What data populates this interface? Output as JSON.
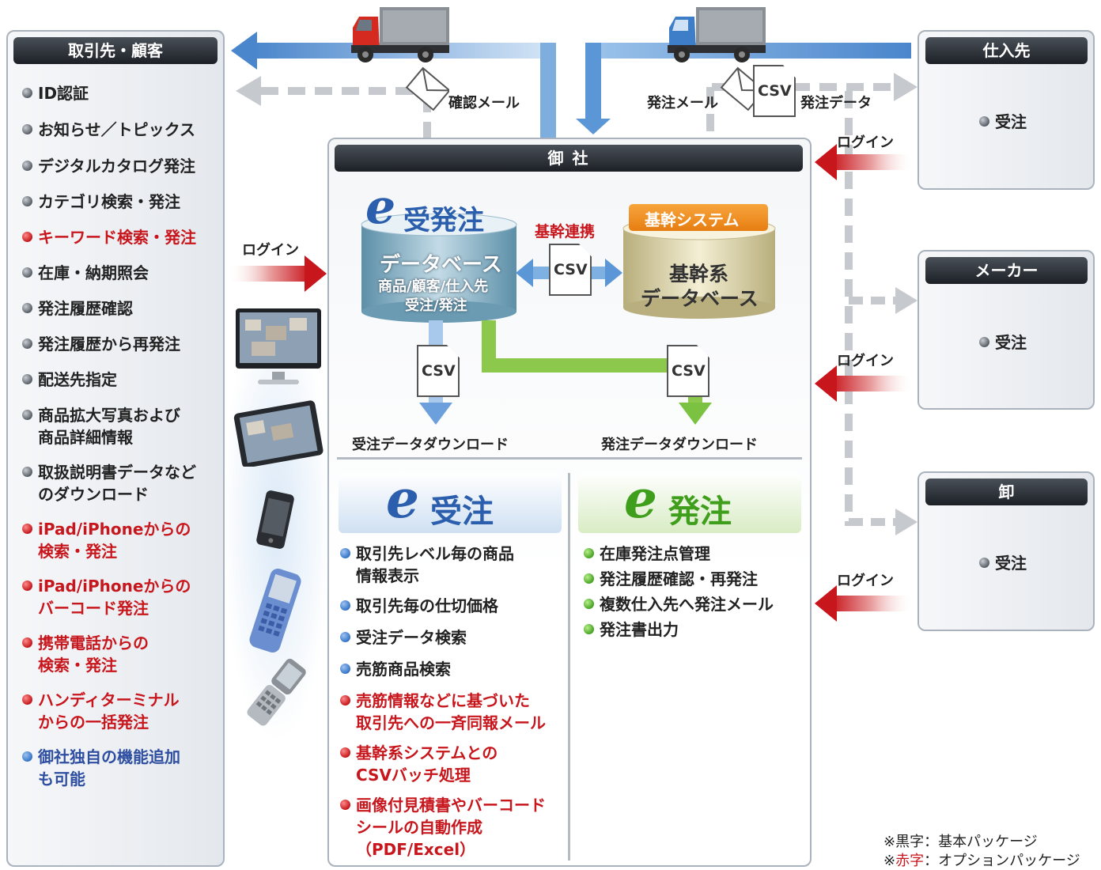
{
  "left_panel": {
    "title": "取引先・顧客",
    "items": [
      {
        "text": "ID認証",
        "color": "black"
      },
      {
        "text": "お知らせ／トピックス",
        "color": "black"
      },
      {
        "text": "デジタルカタログ発注",
        "color": "black"
      },
      {
        "text": "カテゴリ検索・発注",
        "color": "black"
      },
      {
        "text": "キーワード検索・発注",
        "color": "red"
      },
      {
        "text": "在庫・納期照会",
        "color": "black"
      },
      {
        "text": "発注履歴確認",
        "color": "black"
      },
      {
        "text": "発注履歴から再発注",
        "color": "black"
      },
      {
        "text": "配送先指定",
        "color": "black"
      },
      {
        "text": "商品拡大写真および",
        "text2": "商品詳細情報",
        "color": "black"
      },
      {
        "text": "取扱説明書データなど",
        "text2": "のダウンロード",
        "color": "black"
      },
      {
        "text": "iPad/iPhoneからの",
        "text2": "検索・発注",
        "color": "red"
      },
      {
        "text": "iPad/iPhoneからの",
        "text2": "バーコード発注",
        "color": "red"
      },
      {
        "text": "携帯電話からの",
        "text2": "検索・発注",
        "color": "red"
      },
      {
        "text": "ハンディターミナル",
        "text2": "からの一括発注",
        "color": "red"
      },
      {
        "text": "御社独自の機能追加",
        "text2": "も可能",
        "color": "blue"
      }
    ]
  },
  "top": {
    "confirm_mail": "確認メール",
    "order_mail": "発注メール",
    "order_data": "発注データ",
    "csv": "CSV"
  },
  "center": {
    "title": "御 社",
    "e_order_db": {
      "logo_e": "e",
      "logo_text": "受発注",
      "line1": "データベース",
      "line2": "商品/顧客/仕入先",
      "line3": "受注/発注"
    },
    "link_label": "基幹連携",
    "csv": "CSV",
    "core": {
      "badge": "基幹システム",
      "line1": "基幹系",
      "line2": "データベース"
    },
    "download_left": "受注データダウンロード",
    "download_right": "発注データダウンロード",
    "left_login": "ログイン",
    "e_receive": {
      "logo_e": "e",
      "logo_text": "受注",
      "items": [
        {
          "text": "取引先レベル毎の商品",
          "text2": "情報表示",
          "color": "blue"
        },
        {
          "text": "取引先毎の仕切価格",
          "color": "blue"
        },
        {
          "text": "受注データ検索",
          "color": "blue"
        },
        {
          "text": "売筋商品検索",
          "color": "blue"
        },
        {
          "text": "売筋情報などに基づいた",
          "text2": "取引先への一斉同報メール",
          "color": "red"
        },
        {
          "text": "基幹系システムとの",
          "text2": "CSVバッチ処理",
          "color": "red"
        },
        {
          "text": "画像付見積書やバーコード",
          "text2": "シールの自動作成",
          "text3": "（PDF/Excel）",
          "color": "red"
        }
      ]
    },
    "e_send": {
      "logo_e": "e",
      "logo_text": "発注",
      "items": [
        {
          "text": "在庫発注点管理",
          "color": "green"
        },
        {
          "text": "発注履歴確認・再発注",
          "color": "green"
        },
        {
          "text": "複数仕入先へ発注メール",
          "color": "green"
        },
        {
          "text": "発注書出力",
          "color": "green"
        }
      ]
    }
  },
  "right": {
    "panels": [
      {
        "title": "仕入先",
        "item": "受注",
        "login": "ログイン"
      },
      {
        "title": "メーカー",
        "item": "受注",
        "login": "ログイン"
      },
      {
        "title": "卸",
        "item": "受注",
        "login": "ログイン"
      }
    ]
  },
  "legend": {
    "line1_prefix": "※黒字",
    "line1_rest": "：基本パッケージ",
    "line2_prefix": "※",
    "line2_red": "赤字",
    "line2_rest": "：オプションパッケージ"
  },
  "colors": {
    "red_text": "#c8161d",
    "blue_text": "#2e4fa1",
    "arrow_blue": "#5b97d6",
    "arrow_red": "#c8161d",
    "arrow_green": "#7cc242",
    "badge_orange": "#f08a1c"
  }
}
